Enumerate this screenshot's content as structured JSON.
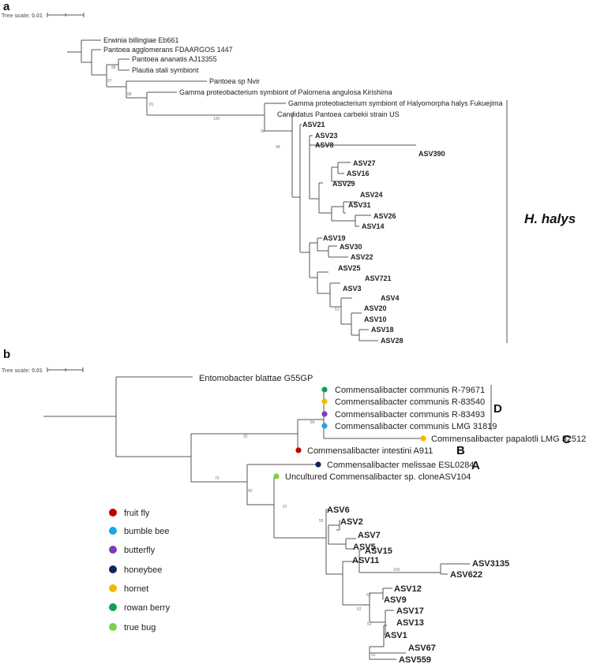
{
  "colors": {
    "fruit_fly": "#c00000",
    "bumble_bee": "#1aa7e6",
    "butterfly": "#7b3fb5",
    "honeybee": "#0d2460",
    "hornet": "#f5b800",
    "rowan_berry": "#10a050",
    "true_bug": "#7ccf4a",
    "branch": "#555555"
  },
  "panel_a": {
    "label": "a",
    "scale_label": "Tree scale: 0.01",
    "clade_label": "H. halys",
    "leaves": [
      "Erwinia billingiae Eb661",
      "Pantoea agglomerans FDAARGOS 1447",
      "Pantoea ananatis AJ13355",
      "Plautia stali symbiont",
      "Pantoea sp Nvir",
      "Gamma proteobacterium symbiont of Palomena angulosa Kirishima",
      "Gamma proteobacterium symbiont of Halyomorpha halys Fukuejima",
      "Candidatus Pantoea carbekii strain US",
      "ASV21",
      "ASV23",
      "ASV8",
      "ASV390",
      "ASV27",
      "ASV16",
      "ASV29",
      "ASV24",
      "ASV31",
      "ASV26",
      "ASV14",
      "ASV19",
      "ASV30",
      "ASV22",
      "ASV25",
      "ASV721",
      "ASV3",
      "ASV4",
      "ASV20",
      "ASV10",
      "ASV18",
      "ASV28"
    ],
    "bootstrap": [
      "88",
      "97",
      "98",
      "81",
      "100",
      "98",
      "98",
      "51"
    ]
  },
  "panel_b": {
    "label": "b",
    "scale_label": "Tree scale: 0.01",
    "leaves": [
      "Entomobacter blattae G55GP",
      "Commensalibacter communis R-79671",
      "Commensalibacter communis R-83540",
      "Commensalibacter communis R-83493",
      "Commensalibacter communis LMG 31819",
      "Commensalibacter papalotli LMG 32512",
      "Commensalibacter intestini A911",
      "Commensalibacter melissae ESL0284",
      "Uncultured Commensalibacter sp. cloneASV104",
      "ASV6",
      "ASV2",
      "ASV7",
      "ASV5",
      "ASV11",
      "ASV15",
      "ASV3135",
      "ASV622",
      "ASV12",
      "ASV9",
      "ASV17",
      "ASV13",
      "ASV1",
      "ASV67",
      "ASV559"
    ],
    "clade_labels": [
      "D",
      "C",
      "B",
      "A"
    ],
    "bootstrap": [
      "92",
      "84",
      "70",
      "50",
      "97",
      "55",
      "100",
      "62",
      "52",
      "52",
      "92"
    ],
    "legend": [
      "fruit fly",
      "bumble bee",
      "butterfly",
      "honeybee",
      "hornet",
      "rowan berry",
      "true bug"
    ]
  }
}
